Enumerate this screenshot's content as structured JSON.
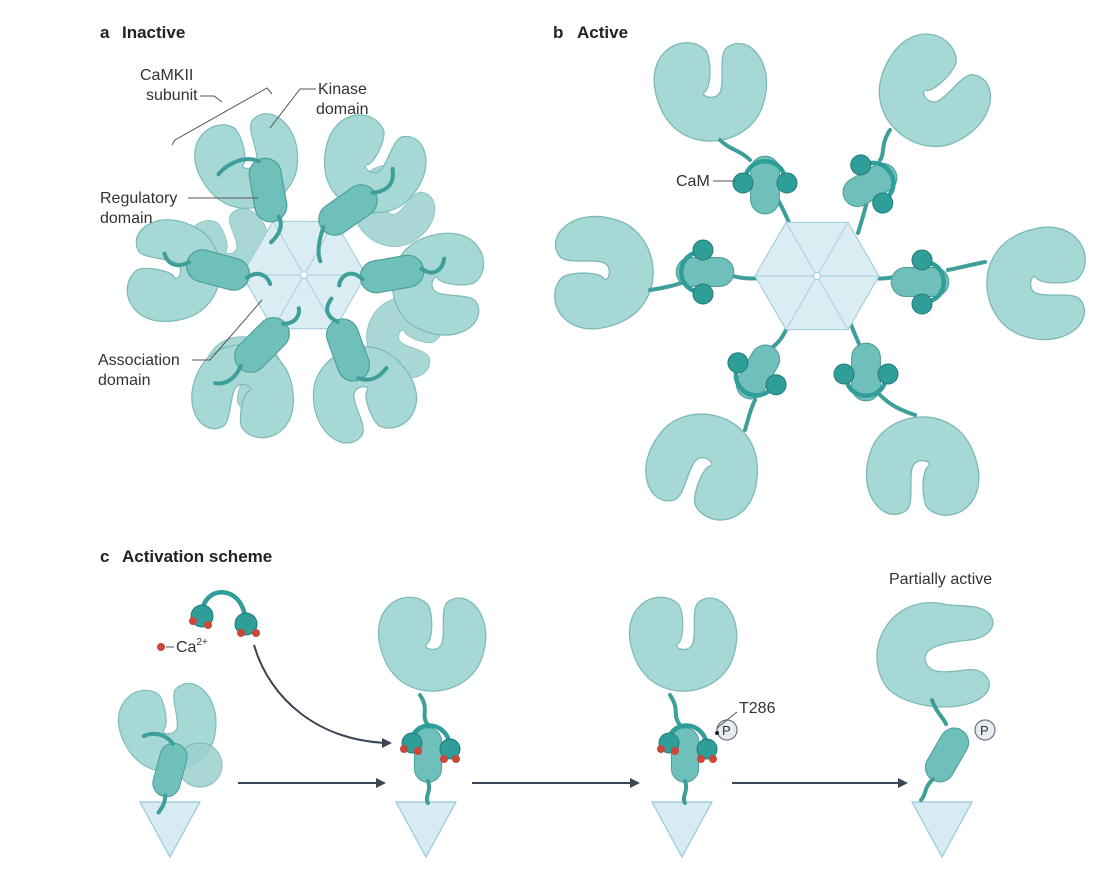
{
  "panel_a": {
    "letter": "a",
    "title": "Inactive",
    "labels": {
      "subunit_line1": "CaMKII",
      "subunit_line2": "subunit",
      "kinase_line1": "Kinase",
      "kinase_line2": "domain",
      "regulatory_line1": "Regulatory",
      "regulatory_line2": "domain",
      "association_line1": "Association",
      "association_line2": "domain"
    }
  },
  "panel_b": {
    "letter": "b",
    "title": "Active",
    "labels": {
      "cam": "CaM"
    }
  },
  "panel_c": {
    "letter": "c",
    "title": "Activation scheme",
    "labels": {
      "calcium": "Ca",
      "calcium_charge": "2+",
      "site": "T286",
      "phospho": "P",
      "partially_active": "Partially active"
    }
  },
  "colors": {
    "kinase": "#a6d8d5",
    "regulatory": "#6fbfba",
    "calmodulin": "#2f9d98",
    "hub": "#d9edf3",
    "calcium": "#c9473b",
    "arrow": "#3a4656"
  },
  "icons": [
    "kinase-domain-shape",
    "regulatory-domain-shape",
    "calmodulin-shape",
    "hexagonal-hub-shape",
    "calcium-ion-dot",
    "phosphate-badge",
    "flow-arrow"
  ]
}
